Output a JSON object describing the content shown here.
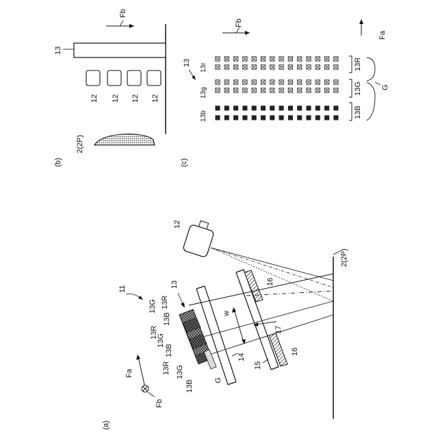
{
  "panels": {
    "a": "(a)",
    "b": "(b)",
    "c": "(c)"
  },
  "labels": {
    "device": "11",
    "head": "13",
    "camera": "12",
    "substrate": "2(2P)",
    "plate14": "14",
    "plate15": "15",
    "mask16": "16",
    "beam17": "17",
    "width": "w",
    "gap": "G",
    "fa": "Fa",
    "fb": "Fb",
    "r": "13R",
    "g": "13G",
    "b": "13B",
    "r_small": "13r",
    "g_small": "13g",
    "b_small": "13b"
  },
  "colors": {
    "line": "#111111",
    "pattern_light": "#bdbdbd",
    "pattern_dark": "#222222"
  }
}
